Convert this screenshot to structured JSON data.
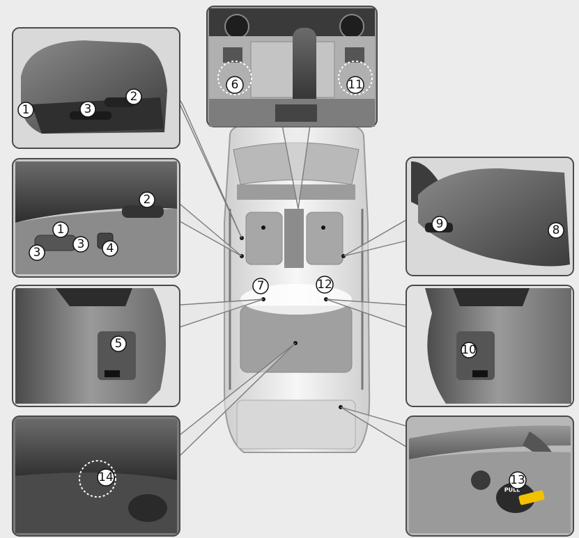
{
  "panels": [
    {
      "id": "console-panel",
      "callouts": [
        "6",
        "11"
      ]
    },
    {
      "id": "driver-seat-angle",
      "callouts": [
        "1",
        "3",
        "2"
      ]
    },
    {
      "id": "driver-seat-controls",
      "callouts": [
        "2",
        "1",
        "3",
        "3",
        "4"
      ]
    },
    {
      "id": "passenger-seat",
      "callouts": [
        "9",
        "8"
      ]
    },
    {
      "id": "left-seatback",
      "callouts": [
        "5"
      ]
    },
    {
      "id": "right-seatback",
      "callouts": [
        "10"
      ]
    },
    {
      "id": "rear-seat",
      "callouts": [
        "14"
      ]
    },
    {
      "id": "trunk-release",
      "callouts": [
        "13"
      ]
    }
  ],
  "car_labels": {
    "left_rear": "7",
    "right_rear": "12"
  },
  "pull_handle_text": "PULL",
  "colors": {
    "background": "#ececec",
    "panel_border": "#4a4a4a",
    "leader_line": "#7a7a7a",
    "handle_accent": "#f2c200"
  }
}
